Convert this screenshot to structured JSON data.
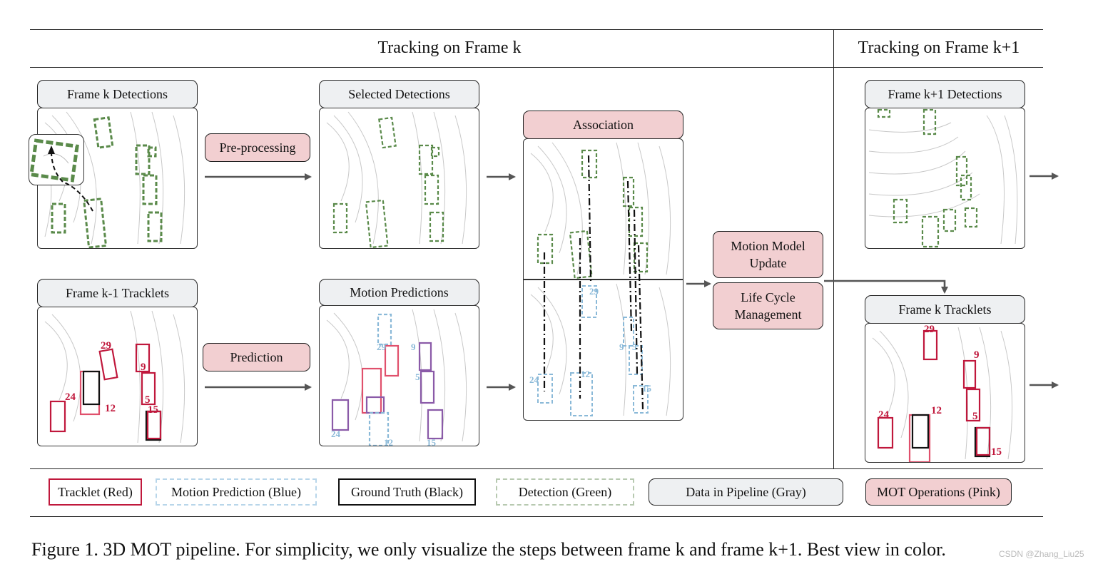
{
  "headers": {
    "frame_k": "Tracking on Frame k",
    "frame_k1": "Tracking on Frame k+1"
  },
  "boxes": {
    "frame_k_detections": "Frame k Detections",
    "selected_detections": "Selected Detections",
    "association": "Association",
    "frame_k1_detections": "Frame k+1 Detections",
    "pre_processing": "Pre-processing",
    "prediction": "Prediction",
    "frame_k_minus1_tracklets": "Frame k-1 Tracklets",
    "motion_predictions": "Motion Predictions",
    "motion_model_update_1": "Motion Model",
    "motion_model_update_2": "Update",
    "life_cycle_1": "Life Cycle",
    "life_cycle_2": "Management",
    "frame_k_tracklets": "Frame k Tracklets"
  },
  "track_ids": {
    "k_minus1": [
      "29",
      "9",
      "24",
      "12",
      "5",
      "15"
    ],
    "motion_pred": [
      "29",
      "9",
      "5",
      "24",
      "12",
      "15"
    ],
    "association": [
      "29",
      "9",
      "5",
      "24",
      "12",
      "15"
    ],
    "frame_k": [
      "29",
      "9",
      "24",
      "12",
      "5",
      "15"
    ]
  },
  "legend": {
    "tracklet": "Tracklet (Red)",
    "motion_prediction": "Motion Prediction (Blue)",
    "ground_truth": "Ground Truth (Black)",
    "detection": "Detection (Green)",
    "data_in_pipeline": "Data in Pipeline (Gray)",
    "mot_operations": "MOT Operations (Pink)"
  },
  "colors": {
    "tracklet": "#c0183c",
    "motion_prediction": "#8ab9d8",
    "ground_truth": "#111111",
    "detection": "#5a8a4a",
    "data_gray": "#eef0f2",
    "ops_pink": "#f2cfd1"
  },
  "caption": "Figure 1. 3D MOT pipeline. For simplicity, we only visualize the steps between frame k and frame k+1. Best view in color.",
  "watermark": "CSDN @Zhang_Liu25"
}
